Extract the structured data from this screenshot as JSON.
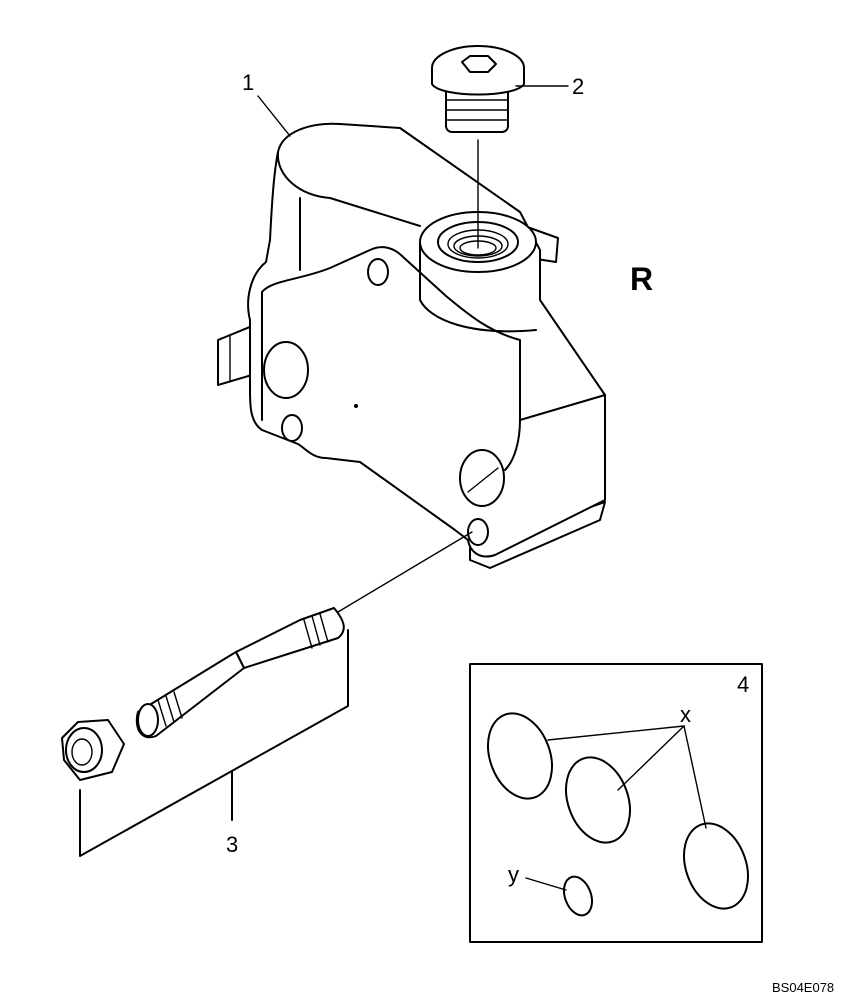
{
  "callouts": {
    "part_1": "1",
    "part_2": "2",
    "part_3": "3",
    "part_4": "4",
    "seal_x": "x",
    "seal_y": "y"
  },
  "side_marker": "R",
  "drawing_code": "BS04E078"
}
